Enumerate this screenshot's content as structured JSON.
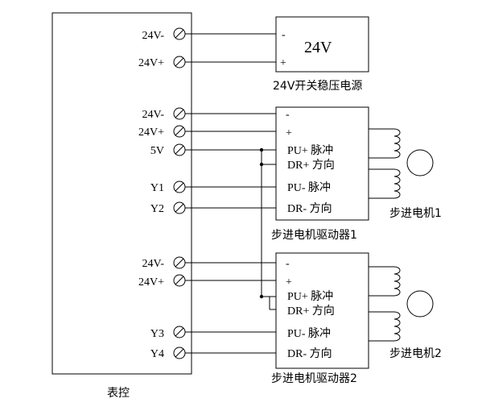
{
  "controller": {
    "caption": "表控",
    "terminals": [
      "24V-",
      "24V+",
      "24V-",
      "24V+",
      "5V",
      "Y1",
      "Y2",
      "24V-",
      "24V+",
      "Y3",
      "Y4"
    ]
  },
  "power_supply": {
    "caption": "24V开关稳压电源",
    "voltage": "24V",
    "pins": [
      "-",
      "+"
    ]
  },
  "drivers": [
    {
      "caption": "步进电机驱动器1",
      "pins": [
        "-",
        "+",
        "PU+ 脉冲",
        "DR+ 方向",
        "PU- 脉冲",
        "DR- 方向"
      ],
      "motor_caption": "步进电机1"
    },
    {
      "caption": "步进电机驱动器2",
      "pins": [
        "-",
        "+",
        "PU+ 脉冲",
        "DR+ 方向",
        "PU- 脉冲",
        "DR- 方向"
      ],
      "motor_caption": "步进电机2"
    }
  ]
}
